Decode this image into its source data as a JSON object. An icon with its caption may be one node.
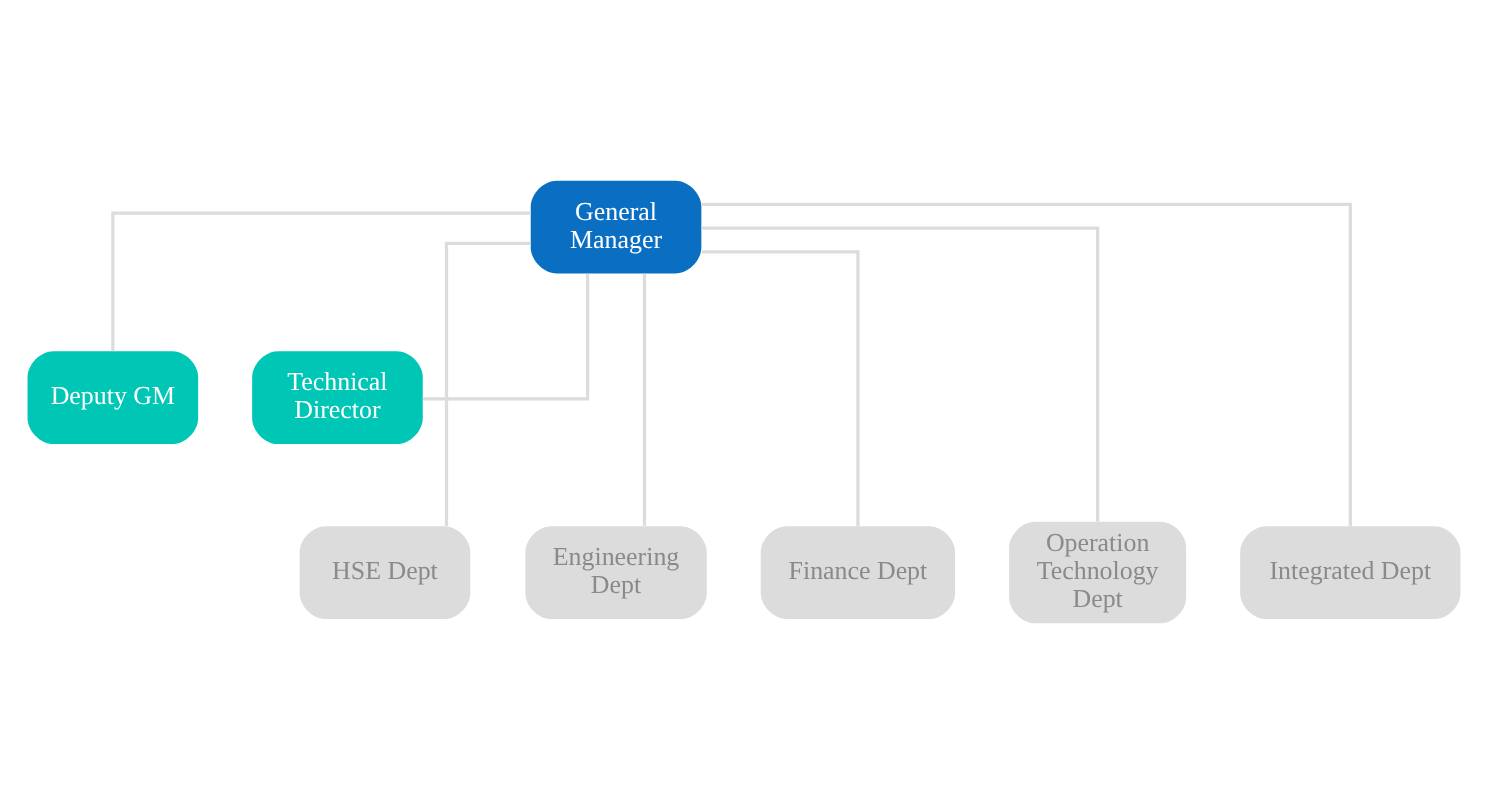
{
  "diagram": {
    "nodes": [
      {
        "text": [
          "General Manager"
        ]
      },
      {
        "text": [
          "Deputy GM"
        ]
      },
      {
        "text": [
          "Technical Director"
        ]
      },
      {
        "text": [
          "HSE Dept"
        ]
      },
      {
        "text": [
          "Engineering Dept"
        ]
      },
      {
        "text": [
          "Finance Dept"
        ]
      },
      {
        "text": [
          "Operation Technology Dept"
        ]
      },
      {
        "text": [
          "Integrated Dept"
        ]
      }
    ],
    "edges": [
      {
        "from": 0,
        "to": 1,
        "arrow": "none"
      },
      {
        "from": 0,
        "to": 2,
        "arrow": "none"
      },
      {
        "from": 0,
        "to": 3,
        "arrow": "none"
      },
      {
        "from": 0,
        "to": 4,
        "arrow": "none"
      },
      {
        "from": 0,
        "to": 5,
        "arrow": "none"
      },
      {
        "from": 0,
        "to": 6,
        "arrow": "none"
      },
      {
        "from": 0,
        "to": 7,
        "arrow": "none"
      }
    ]
  }
}
